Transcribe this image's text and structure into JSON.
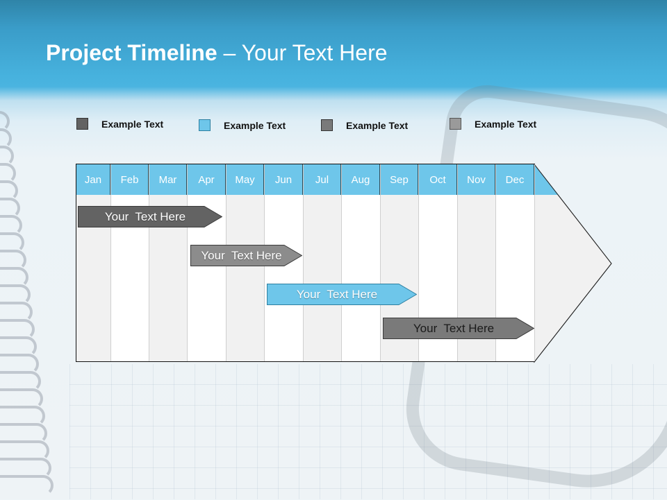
{
  "title": {
    "bold": "Project Timeline",
    "rest": " – Your Text Here"
  },
  "legend": [
    {
      "label": "Example Text",
      "color": "#636363"
    },
    {
      "label": "Example Text",
      "color": "#6ec6ea"
    },
    {
      "label": "Example Text",
      "color": "#7a7a7a"
    },
    {
      "label": "Example Text",
      "color": "#9a9a9a"
    }
  ],
  "months": [
    "Jan",
    "Feb",
    "Mar",
    "Apr",
    "May",
    "Jun",
    "Jul",
    "Aug",
    "Sep",
    "Oct",
    "Nov",
    "Dec"
  ],
  "bars": [
    {
      "label": "Your  Text Here",
      "start_month": "Jan",
      "end_month": "Apr",
      "color": "#636363",
      "text_color": "#ffffff"
    },
    {
      "label": "Your  Text Here",
      "start_month": "Apr",
      "end_month": "Jun",
      "color": "#8c8c8c",
      "text_color": "#ffffff"
    },
    {
      "label": "Your  Text Here",
      "start_month": "Jun",
      "end_month": "Sep",
      "color": "#6ec6ea",
      "text_color": "#ffffff"
    },
    {
      "label": "Your  Text Here",
      "start_month": "Sep",
      "end_month": "Dec",
      "color": "#7a7a7a",
      "text_color": "#1a1a1a"
    }
  ],
  "colors": {
    "header_blue": "#6ec6ea",
    "title_band": "#47b2de",
    "column_alt": "#f1f1f1",
    "column_white": "#ffffff"
  }
}
